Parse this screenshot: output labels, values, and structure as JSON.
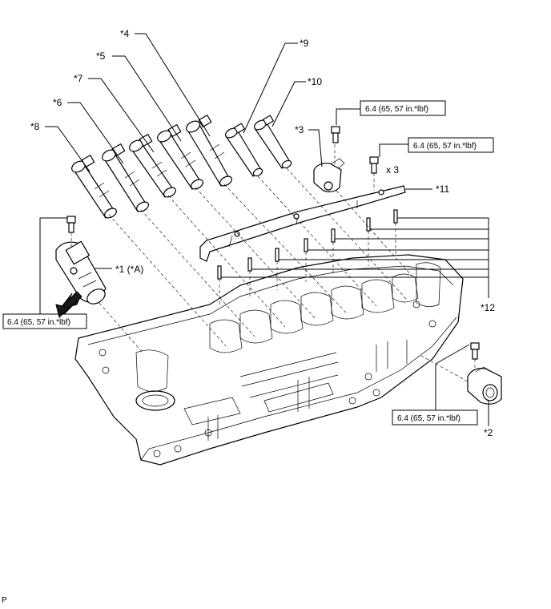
{
  "callouts": {
    "c1": "*1 (*A)",
    "c2": "*2",
    "c3": "*3",
    "c4": "*4",
    "c5": "*5",
    "c6": "*6",
    "c7": "*7",
    "c8": "*8",
    "c9": "*9",
    "c10": "*10",
    "c11": "*11",
    "c12": "*12"
  },
  "torque_boxes": {
    "top_center": "6.4 (65, 57 in.*lbf)",
    "top_right": "6.4 (65, 57 in.*lbf)",
    "left": "6.4 (65, 57 in.*lbf)",
    "bottom_right": "6.4 (65, 57 in.*lbf)"
  },
  "quantity_note": "x 3",
  "footer_code": "P"
}
